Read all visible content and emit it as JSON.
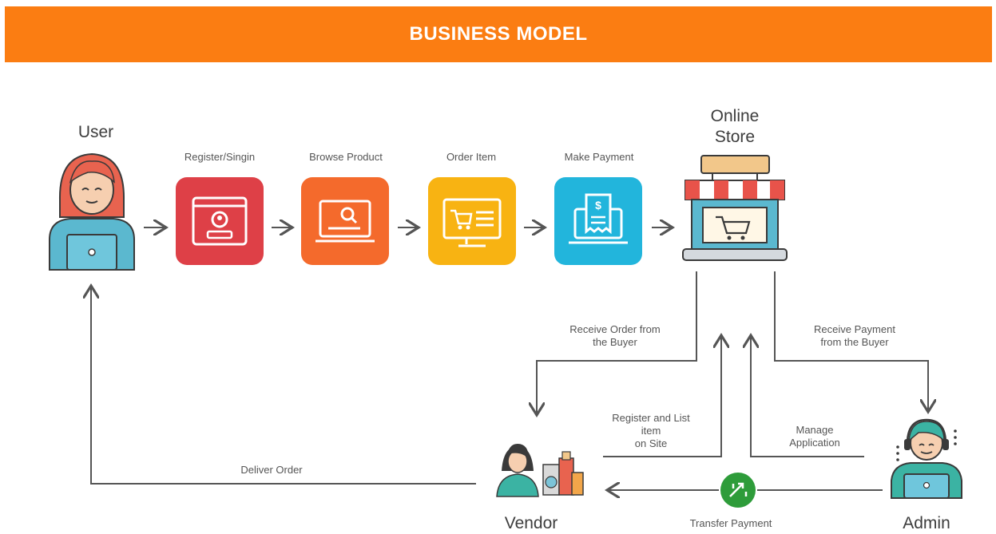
{
  "header": {
    "title": "BUSINESS MODEL"
  },
  "actors": {
    "user": "User",
    "store": "Online\nStore",
    "vendor": "Vendor",
    "admin": "Admin"
  },
  "steps": [
    {
      "label": "Register/Singin",
      "icon": "user-profile-icon",
      "color": "#de4047"
    },
    {
      "label": "Browse Product",
      "icon": "browse-search-icon",
      "color": "#f46a2c"
    },
    {
      "label": "Order Item",
      "icon": "cart-monitor-icon",
      "color": "#f8b312"
    },
    {
      "label": "Make Payment",
      "icon": "payment-receipt-icon",
      "color": "#22b5dc"
    }
  ],
  "flows": {
    "receive_order": "Receive Order from\nthe Buyer",
    "receive_payment": "Receive Payment\nfrom the Buyer",
    "register_list": "Register and List\nitem\non Site",
    "manage_app": "Manage\nApplication",
    "deliver_order": "Deliver Order",
    "transfer_payment": "Transfer Payment"
  },
  "colors": {
    "header": "#fb7d12",
    "payment_circle": "#2e9c3a",
    "arrow": "#555555"
  }
}
